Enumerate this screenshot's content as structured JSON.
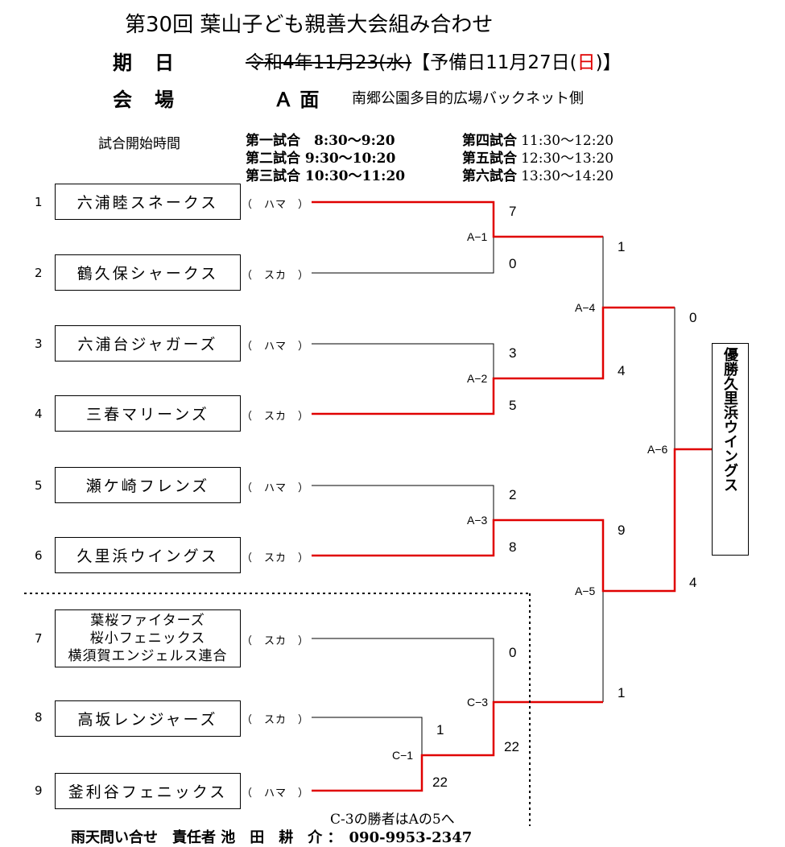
{
  "title": "第30回 葉山子ども親善大会組み合わせ",
  "date_label": "期　日",
  "date_struck": "令和4年11月23(水)",
  "date_reserve_pre": "【予備日11月27日(",
  "date_reserve_day": "日",
  "date_reserve_post": ")】",
  "venue_label": "会　場",
  "venue_court": "Ａ 面",
  "venue_name": "南郷公園多目的広場バックネット側",
  "schedule_label": "試合開始時間",
  "schedule_left": [
    "第一試合　8:30～9:20",
    "第二試合  9:30～10:20",
    "第三試合 10:30～11:20"
  ],
  "schedule_right_names": [
    "第四試合",
    "第五試合",
    "第六試合"
  ],
  "schedule_right_times": [
    "11:30～12:20",
    "12:30～13:20",
    "13:30～14:20"
  ],
  "teams": [
    {
      "seed": "1",
      "name": "六浦睦スネークス",
      "side": "（　ハマ　）"
    },
    {
      "seed": "2",
      "name": "鶴久保シャークス",
      "side": "（　スカ　）"
    },
    {
      "seed": "3",
      "name": "六浦台ジャガーズ",
      "side": "（　ハマ　）"
    },
    {
      "seed": "4",
      "name": "三春マリーンズ",
      "side": "（　スカ　）"
    },
    {
      "seed": "5",
      "name": "瀬ケ崎フレンズ",
      "side": "（　ハマ　）"
    },
    {
      "seed": "6",
      "name": "久里浜ウイングス",
      "side": "（　スカ　）"
    },
    {
      "seed": "7",
      "name_lines": [
        "葉桜ファイターズ",
        "桜小フェニックス",
        "横須賀エンジェルス連合"
      ],
      "side": "（　スカ　）"
    },
    {
      "seed": "8",
      "name": "高坂レンジャーズ",
      "side": "（　スカ　）"
    },
    {
      "seed": "9",
      "name": "釜利谷フェニックス",
      "side": "（　ハマ　）"
    }
  ],
  "matches": {
    "A1": {
      "label": "A−1",
      "score_top": "7",
      "score_bottom": "0"
    },
    "A2": {
      "label": "A−2",
      "score_top": "3",
      "score_bottom": "5"
    },
    "A3": {
      "label": "A−3",
      "score_top": "2",
      "score_bottom": "8"
    },
    "A4": {
      "label": "A−4",
      "score_top": "1",
      "score_bottom": "4"
    },
    "A5": {
      "label": "A−5",
      "score_top": "9",
      "score_bottom": "1"
    },
    "A6": {
      "label": "A−6",
      "score_top": "0",
      "score_bottom": "4"
    },
    "C1": {
      "label": "C−1",
      "score_top": "1",
      "score_bottom": "22"
    },
    "C3": {
      "label": "C−3",
      "score_top": "0",
      "score_bottom": "22"
    }
  },
  "winner_label": "優勝",
  "winner_name": "久里浜ウイングス",
  "note": "C-3の勝者はAの5へ",
  "contact": "雨天問い合せ　責任者 池　田　耕　介 ：　090-9953-2347",
  "colors": {
    "win_line": "#e00000",
    "line": "#000000"
  }
}
